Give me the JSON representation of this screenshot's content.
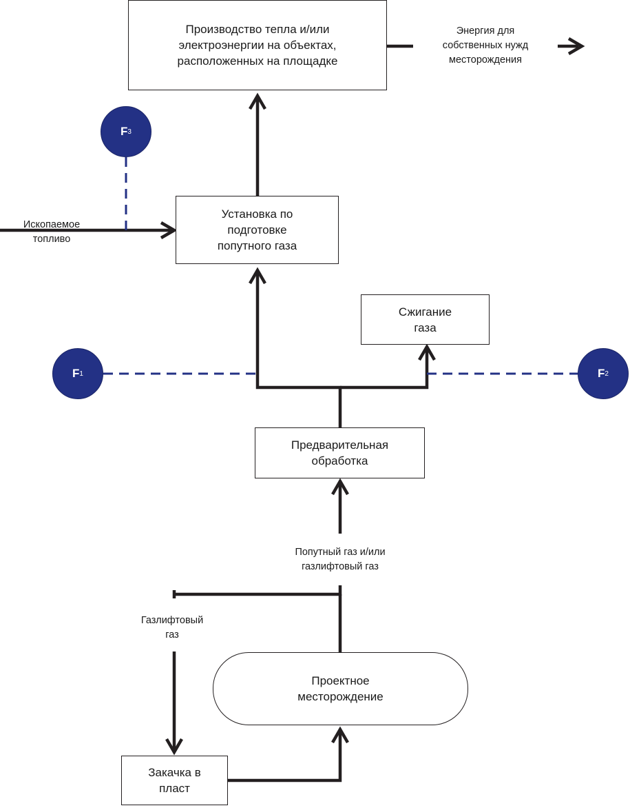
{
  "boxes": {
    "production": "Производство тепла и/или\nэлектроэнергии на объектах,\nрасположенных на площадке",
    "gas_processing": "Установка по\nподготовке\nпопутного газа",
    "flaring": "Сжигание\nгаза",
    "pretreatment": "Предварительная\nобработка",
    "field": "Проектное\nместорождение",
    "injection": "Закачка в\nпласт"
  },
  "labels": {
    "energy_own_needs": "Энергия для\nсобственных нужд\nместорождения",
    "fossil_fuel": "Ископаемое\nтопливо",
    "associated_gas": "Попутный газ и/или\nгазлифтовый газ",
    "gaslift_gas": "Газлифтовый\nгаз"
  },
  "flow_points": {
    "f1": {
      "letter": "F",
      "index": "1"
    },
    "f2": {
      "letter": "F",
      "index": "2"
    },
    "f3": {
      "letter": "F",
      "index": "3"
    }
  },
  "colors": {
    "line": "#231f20",
    "dashed": "#233185",
    "node_fill": "#233185"
  }
}
